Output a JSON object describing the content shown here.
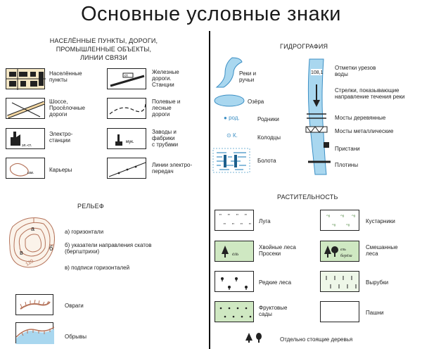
{
  "title": "Основные условные знаки",
  "left_top": {
    "heading_lines": [
      "НАСЕЛЁННЫЕ ПУНКТЫ,  ДОРОГИ,",
      "ПРОМЫШЛЕННЫЕ ОБЪЕКТЫ,",
      "ЛИНИИ СВЯЗИ"
    ],
    "items": [
      {
        "label": "Населённые\nпункты",
        "icon": "settlement-icon"
      },
      {
        "label": "Железные\nдороги.\nСтанции",
        "icon": "railway-icon",
        "sign_text": "ст."
      },
      {
        "label": "Шоссе,\nПросёлочные\nдороги",
        "icon": "highway-icon"
      },
      {
        "label": "Полевые и\nлесные\nдороги",
        "icon": "field-road-icon"
      },
      {
        "label": "Электро-\nстанции",
        "icon": "power-station-icon",
        "sign_text": "эл.-ст."
      },
      {
        "label": "Заводы и\nфабрики\nс трубами",
        "icon": "factory-icon",
        "sign_text": "мук."
      },
      {
        "label": "Карьеры",
        "icon": "quarry-icon",
        "sign_text": "изв."
      },
      {
        "label": "Линии электро-\nпередач",
        "icon": "power-line-icon"
      }
    ]
  },
  "relief": {
    "heading": "РЕЛЬЕФ",
    "map_letters": [
      "а",
      "б",
      "в"
    ],
    "map_number": "120",
    "items": [
      "а) горизонтали",
      "б) указатели направления скатов\n(бергштрихи)",
      "в) подписи горизонталей"
    ],
    "ravines": "Овраги",
    "cliffs": "Обрывы"
  },
  "hydro": {
    "heading": "ГИДРОГРАФИЯ",
    "rivers": "Реки и\nручьи",
    "lakes": "Озёра",
    "springs": "Родники",
    "spring_sign": "род.",
    "wells": "Колодцы",
    "well_sign": "К.",
    "swamps": "Болота",
    "water_mark": "108,1",
    "notes": [
      "Отметки урезов\nводы",
      "Стрелки, показывающие\nнаправление течения реки",
      "Мосты деревянные",
      "Мосты металлические",
      "Пристани",
      "Плотины"
    ]
  },
  "vegetation": {
    "heading": "РАСТИТЕЛЬНОСТЬ",
    "items": [
      {
        "label": "Луга"
      },
      {
        "label": "Кустарники"
      },
      {
        "label": "Хвойные леса\nПросеки",
        "sign": "ель"
      },
      {
        "label": "Смешанные\nлеса",
        "sign": "ель\nберёза"
      },
      {
        "label": "Редкие леса"
      },
      {
        "label": "Вырубки"
      },
      {
        "label": "Фруктовые\nсады"
      },
      {
        "label": "Пашни"
      }
    ],
    "single_trees": "Отдельно стоящие деревья"
  },
  "colors": {
    "water": "#a9d7ef",
    "water_dark": "#3c8fc4",
    "forest": "#cfe8c2",
    "ravine": "#b5735a",
    "line": "#222222"
  }
}
